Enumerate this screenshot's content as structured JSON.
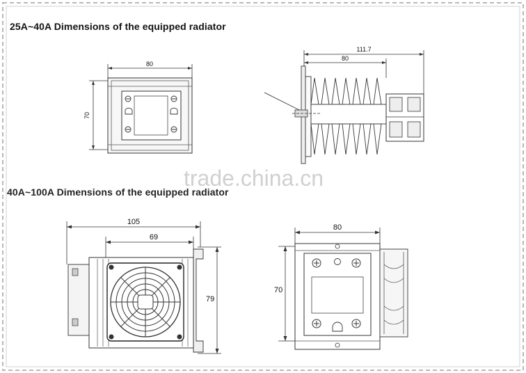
{
  "sections": [
    {
      "title": "25A~40A  Dimensions of the equipped radiator",
      "front_view": {
        "width_label": "80",
        "height_label": "70"
      },
      "side_view": {
        "overall_label": "111.7",
        "fin_label": "80"
      }
    },
    {
      "title": "40A~100A Dimensions of the equipped radiator",
      "fan_view": {
        "overall_label": "105",
        "inner_label": "69",
        "height_label": "79"
      },
      "front_view": {
        "width_label": "80",
        "height_label": "70"
      }
    }
  ],
  "watermark": "trade.china.cn",
  "colors": {
    "line": "#333333",
    "fill_gray": "#e6e6e6",
    "frame_dash": "#999999"
  }
}
